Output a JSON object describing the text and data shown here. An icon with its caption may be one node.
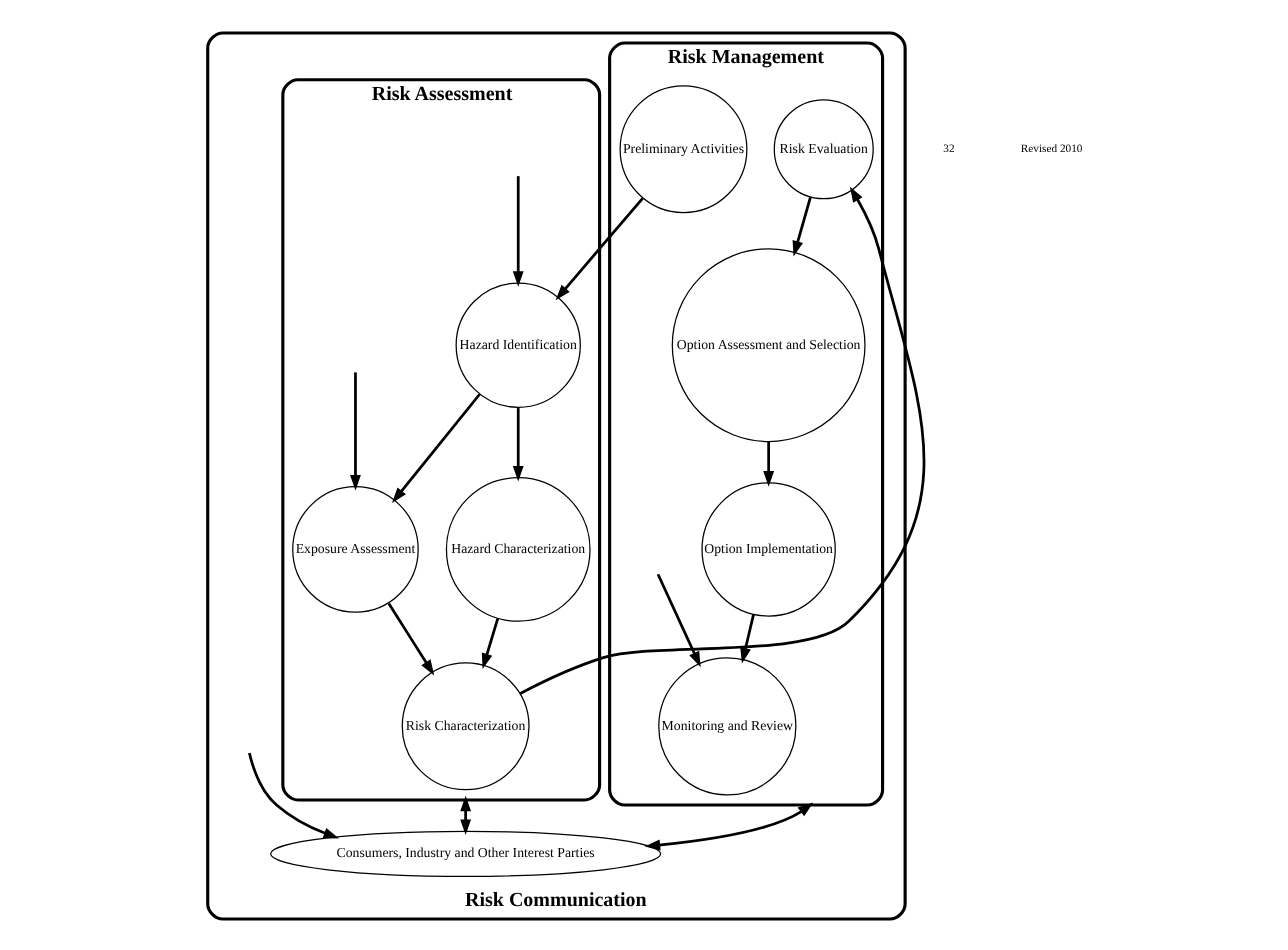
{
  "diagram": {
    "nodes": [
      {
        "text": [
          "Risk Communication"
        ]
      },
      {
        "text": [
          "Risk Management"
        ],
        "in": 0
      },
      {
        "text": [
          "Monitoring and Review"
        ],
        "in": 1
      },
      {
        "text": [
          "Preliminary Activities"
        ],
        "in": 1
      },
      {
        "text": [
          "Option Implementation"
        ],
        "in": 1
      },
      {
        "text": [
          "Risk Evaluation"
        ],
        "in": 1
      },
      {
        "text": [
          "Option Assessment and Selection"
        ],
        "in": 1
      },
      {
        "text": [
          "Risk Assessment"
        ],
        "in": 0
      },
      {
        "text": [
          "Hazard Identification"
        ],
        "in": 7
      },
      {
        "text": [
          "Hazard Characterization"
        ],
        "in": 7
      },
      {
        "text": [
          "Exposure Assessment"
        ],
        "in": 7
      },
      {
        "text": [
          "Risk Characterization"
        ],
        "in": 7
      },
      {
        "text": [
          "Consumers, Industry and Other Interest Parties"
        ],
        "in": 0
      }
    ],
    "edges": [
      {
        "from": null,
        "to": 2,
        "arrow": "to"
      },
      {
        "from": 3,
        "to": 8,
        "arrow": "to"
      },
      {
        "from": null,
        "to": 8,
        "arrow": "to"
      },
      {
        "from": 8,
        "to": 9,
        "arrow": "to"
      },
      {
        "from": 8,
        "to": 10,
        "arrow": "to"
      },
      {
        "from": 9,
        "to": 11,
        "arrow": "to"
      },
      {
        "from": 10,
        "to": 11,
        "arrow": "to"
      },
      {
        "from": 11,
        "to": 5,
        "arrow": "to"
      },
      {
        "from": 5,
        "to": 6,
        "arrow": "to"
      },
      {
        "from": 6,
        "to": 4,
        "arrow": "to"
      },
      {
        "from": 4,
        "to": 2,
        "arrow": "to"
      },
      {
        "from": null,
        "to": 10,
        "arrow": "to"
      },
      {
        "from": null,
        "to": 12,
        "arrow": "to"
      },
      {
        "from": 1,
        "to": 12,
        "arrow": "both"
      },
      {
        "from": 7,
        "to": 12,
        "arrow": "both"
      }
    ],
    "labels": [
      "32",
      "Revised 2010"
    ]
  }
}
